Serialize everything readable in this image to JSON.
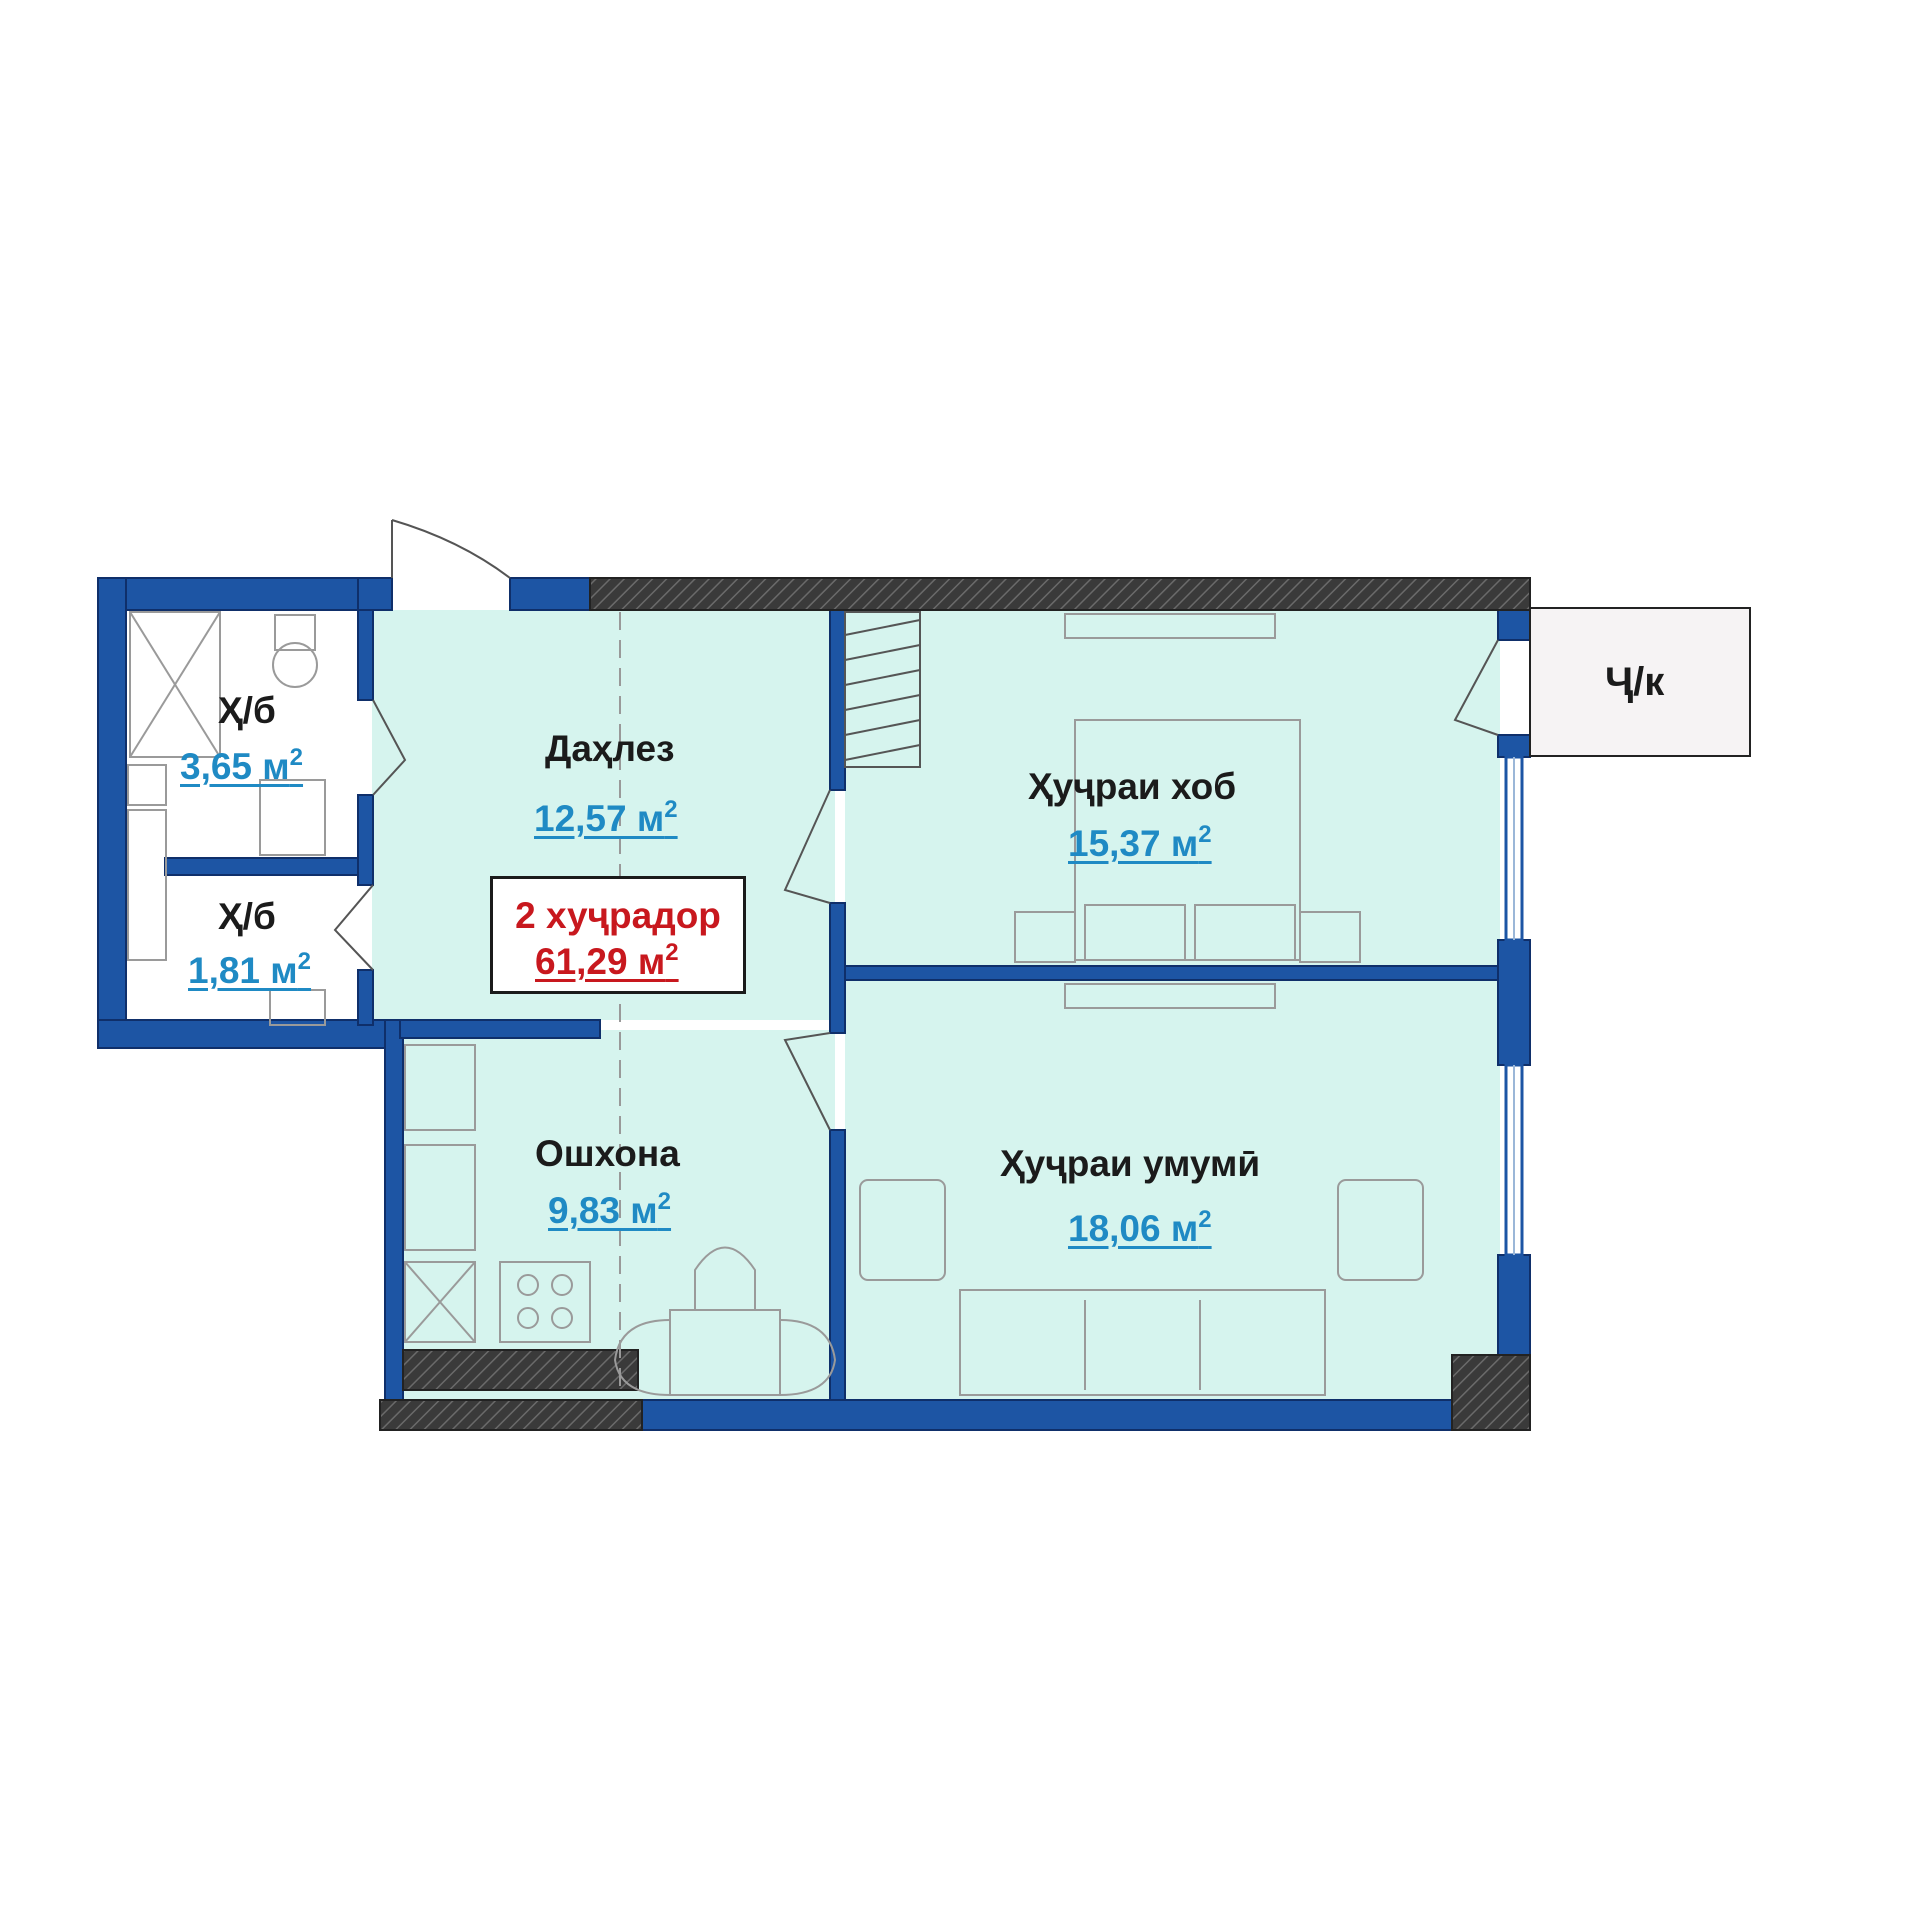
{
  "rooms": {
    "bath1": {
      "name": "Ҳ/б",
      "area": "3,65 м",
      "unit_sup": "2"
    },
    "bath2": {
      "name": "Ҳ/б",
      "area": "1,81 м",
      "unit_sup": "2"
    },
    "hall": {
      "name": "Даҳлез",
      "area": "12,57 м",
      "unit_sup": "2"
    },
    "bedroom": {
      "name": "Ҳуҷраи хоб",
      "area": "15,37 м",
      "unit_sup": "2"
    },
    "kitchen": {
      "name": "Ошхона",
      "area": "9,83 м",
      "unit_sup": "2"
    },
    "living": {
      "name": "Ҳуҷраи умумӣ",
      "area": "18,06 м",
      "unit_sup": "2"
    }
  },
  "summary": {
    "title": "2 хуҷрадор",
    "area": "61,29 м",
    "unit_sup": "2"
  },
  "balcony": {
    "label": "Ҷ/к"
  },
  "colors": {
    "floor": "#d6f4ee",
    "wall": "#1d55a4",
    "wall_edge": "#0f2f6a",
    "hatch": "#333333",
    "area_text": "#1f8ac4",
    "total_text": "#c8181e",
    "balcony_fill": "#f6f3f4"
  }
}
